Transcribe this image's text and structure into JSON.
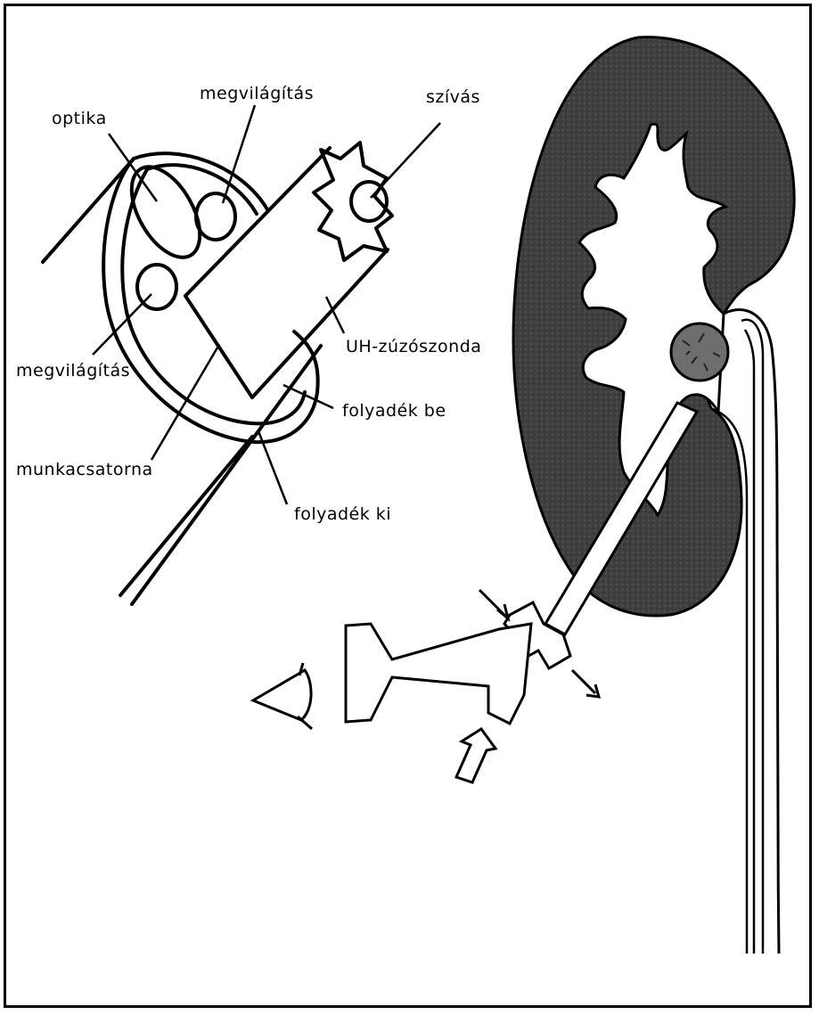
{
  "labels": {
    "optika": "optika",
    "megvilagitas_top": "megvilágítás",
    "szivas": "szívás",
    "megvilagitas_left": "megvilágítás",
    "uh_zuzoszonda": "UH-zúzószonda",
    "folyadek_be": "folyadék be",
    "munkacsatorna": "munkacsatorna",
    "folyadek_ki": "folyadék ki"
  },
  "colors": {
    "ink": "#000000",
    "kidney_fill": "#4a4a4a",
    "stone_fill": "#6e6e6e",
    "paper": "#ffffff"
  }
}
